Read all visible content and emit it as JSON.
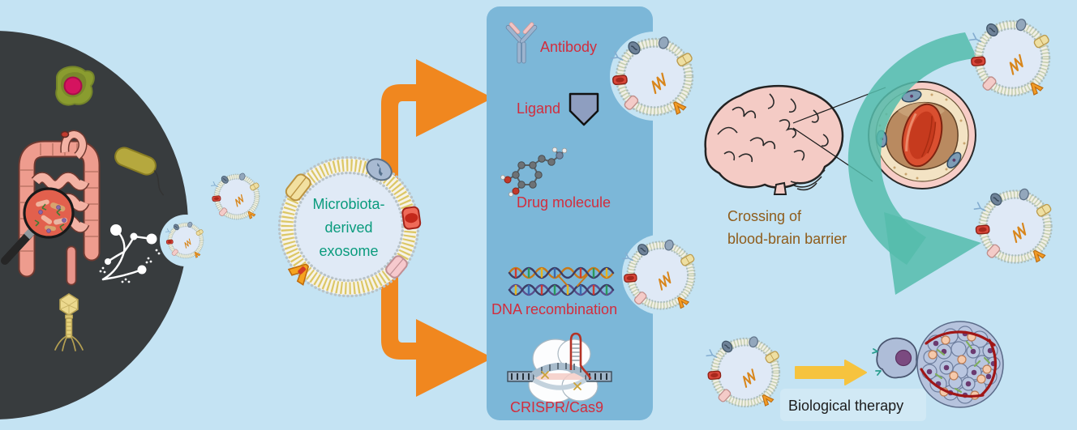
{
  "figure": {
    "title_hidden": "",
    "source_pool": {
      "icons": [
        "amoeba-icon",
        "bacterium-icon",
        "gut-microbiota-icon",
        "magnifier-icon",
        "fungus-icon",
        "bacteriophage-icon"
      ]
    },
    "exosome_label_lines": [
      "Microbiota-",
      "derived",
      "exosome"
    ],
    "cargo_panel": {
      "items": [
        {
          "label": "Antibody",
          "icon": "antibody-icon"
        },
        {
          "label": "Ligand",
          "icon": "ligand-icon"
        },
        {
          "label": "Drug molecule",
          "icon": "drug-molecule-icon"
        },
        {
          "label": "DNA recombination",
          "icon": "dna-recombination-icon"
        },
        {
          "label": "CRISPR/Cas9",
          "icon": "crispr-cas9-icon"
        }
      ]
    },
    "bbb_caption_lines": [
      "Crossing of",
      "blood-brain barrier"
    ],
    "therapy_label": "Biological therapy",
    "colors": {
      "background": "#c4e3f3",
      "dark_circle": "#383c3e",
      "panel_blue": "#7cb7d8",
      "label_red": "#d22d3d",
      "label_teal": "#0a9b7d",
      "label_brown": "#8e5c1b",
      "label_black": "#1c1c1c",
      "arrow_orange": "#f0871f",
      "arrow_yellow": "#f6c33e",
      "arrow_teal": "#55bcab",
      "exosome_interior": "#dfe9f6",
      "rna_orange": "#d8861c"
    }
  }
}
